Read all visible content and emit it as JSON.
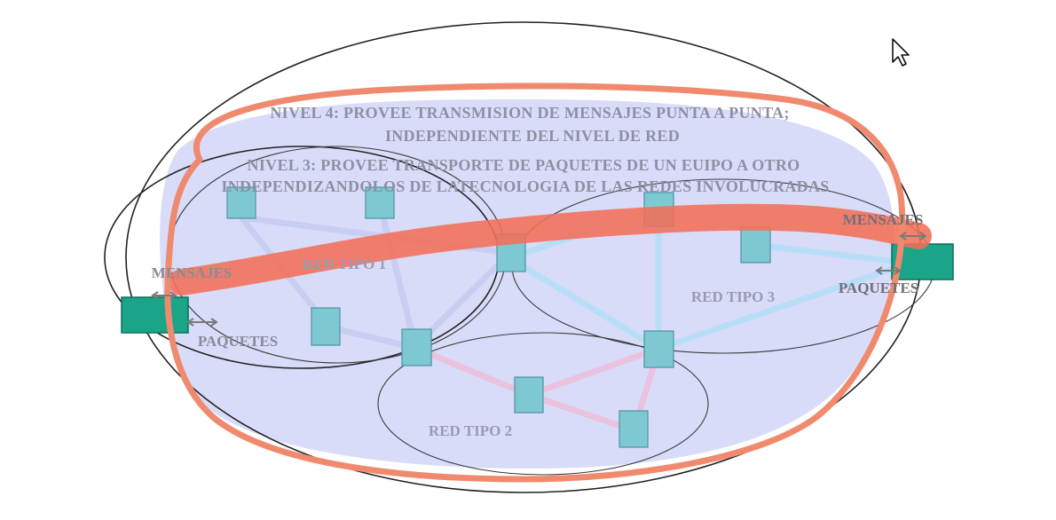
{
  "diagram": {
    "level4": {
      "line1": "NIVEL 4: PROVEE TRANSMISION DE MENSAJES PUNTA A PUNTA;",
      "line2": "INDEPENDIENTE DEL NIVEL DE RED"
    },
    "level3": {
      "line1": "NIVEL 3: PROVEE TRANSPORTE DE PAQUETES DE UN EUIPO A OTRO",
      "line2": "INDEPENDIZANDOLOS DE LATECNOLOGIA DE LAS REDES INVOLUCRADAS"
    },
    "networks": {
      "net1": "RED TIPO 1",
      "net2": "RED TIPO 2",
      "net3": "RED TIPO 3"
    },
    "left": {
      "messages": "MENSAJES",
      "packets": "PAQUETES"
    },
    "right": {
      "messages": "MENSAJES",
      "packets": "PAQUETES"
    }
  },
  "colors": {
    "transport_band": "#f36f57",
    "network_region": "#ccd0f7",
    "end_host": "#1aa589",
    "router": "#7ec9d1",
    "highlight_outline": "#f08a6e"
  },
  "icons": {
    "cursor": "mouse-pointer-icon"
  }
}
